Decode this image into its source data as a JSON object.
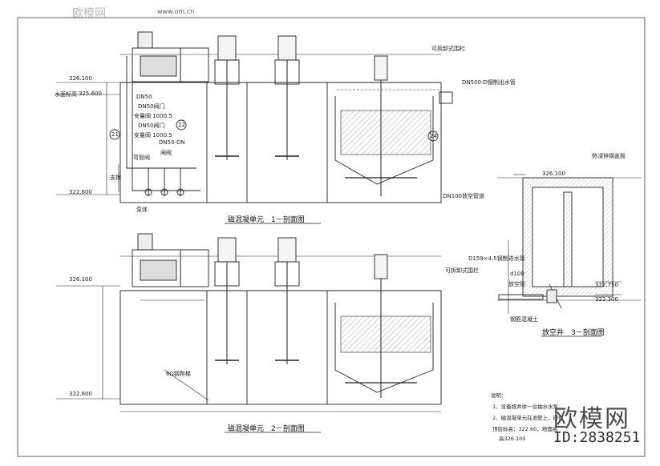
{
  "titles": {
    "section1": "磁混凝单元　1－剖面图",
    "section2": "磁混凝单元　2－剖面图",
    "section3": "放空井　3－剖面图"
  },
  "elevations": {
    "top1": "326.100",
    "water1": "325.600",
    "bottom1": "322.600",
    "top2": "326.100",
    "bottom2": "322.600",
    "well_top": "326.100",
    "well_mid1": "322.750",
    "well_mid2": "322.300"
  },
  "labels": {
    "water_level": "水面标高",
    "railing1": "可拆卸式围栏",
    "railing2": "可拆卸式围栏",
    "outlet_pipe": "DN500-D钢制出水管",
    "dn50": "DN50",
    "dn_valve1": "DN50阀门",
    "flow_meter1": "安量阀 1000.5",
    "dn_valve2": "DN50阀门",
    "flow_meter2": "安量阀 1000.5",
    "dn50_dn": "DN50-DN",
    "valve": "闸阀",
    "bend_pipe": "弯管阀",
    "bracket": "支撑",
    "pump": "泵体",
    "bottom_pipe": "DN100放空管道",
    "callout_21": "21",
    "callout_22": "22",
    "callout_24": "24",
    "steel_ladder": "6Ω钢爬梯",
    "cover_plate": "热浸锌钢盖板",
    "inlet_pipe": "D159×4.5钢制进水管",
    "d100": "d100",
    "empty_pipe": "放空管",
    "concrete": "钢筋混凝土"
  },
  "notes": {
    "heading": "说明：",
    "line1": "1、设备按井体一台抽水水泵，",
    "line2": "2、磁混凝单元在池壁上，操作",
    "line3": "顶层标高：322.60，地面高",
    "line4": "高326.100"
  },
  "watermark": {
    "brand": "欧模网",
    "id": "ID:2838251",
    "site": "www.om.cn"
  }
}
